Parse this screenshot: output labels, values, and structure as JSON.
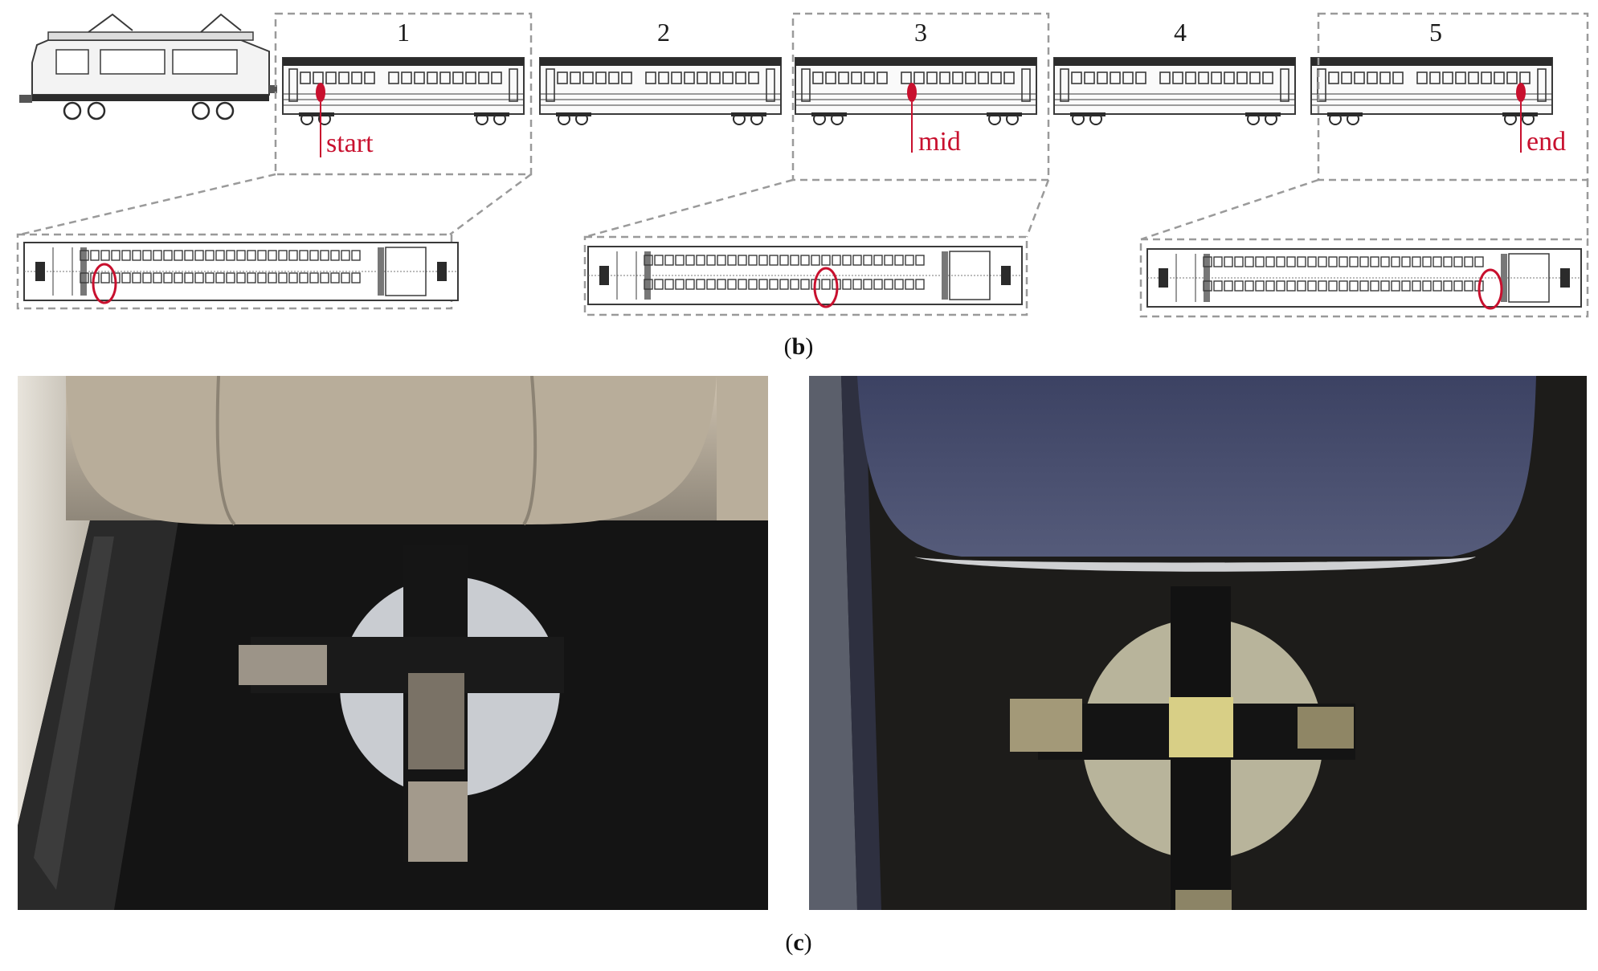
{
  "wagons": [
    {
      "number": "1"
    },
    {
      "number": "2"
    },
    {
      "number": "3"
    },
    {
      "number": "4"
    },
    {
      "number": "5"
    }
  ],
  "markers": {
    "start": "start",
    "mid": "mid",
    "end": "end"
  },
  "captions": {
    "b_open": "(",
    "b_letter": "b",
    "b_close": ")",
    "c_open": "(",
    "c_letter": "c",
    "c_close": ")"
  },
  "colors": {
    "marker_red": "#c8102e",
    "dash_gray": "#9a9a9a",
    "carriage_line": "#3a3a3a"
  }
}
